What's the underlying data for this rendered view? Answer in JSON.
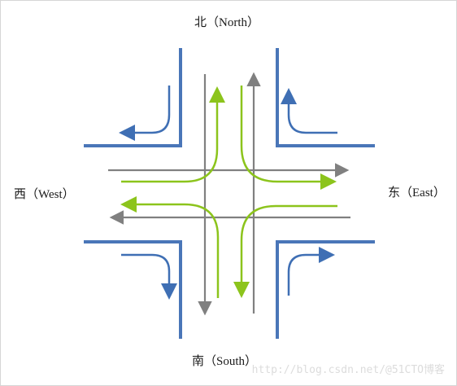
{
  "labels": {
    "north": "北（North）",
    "south": "南（South）",
    "west": "西（West）",
    "east": "东（East）"
  },
  "watermark": "http://blog.csdn.net/@51CTO博客",
  "colors": {
    "curb": "#4a76b8",
    "straight_lane": "#808080",
    "left_turn": "#8cc41c",
    "right_turn": "#3f6fb4"
  }
}
